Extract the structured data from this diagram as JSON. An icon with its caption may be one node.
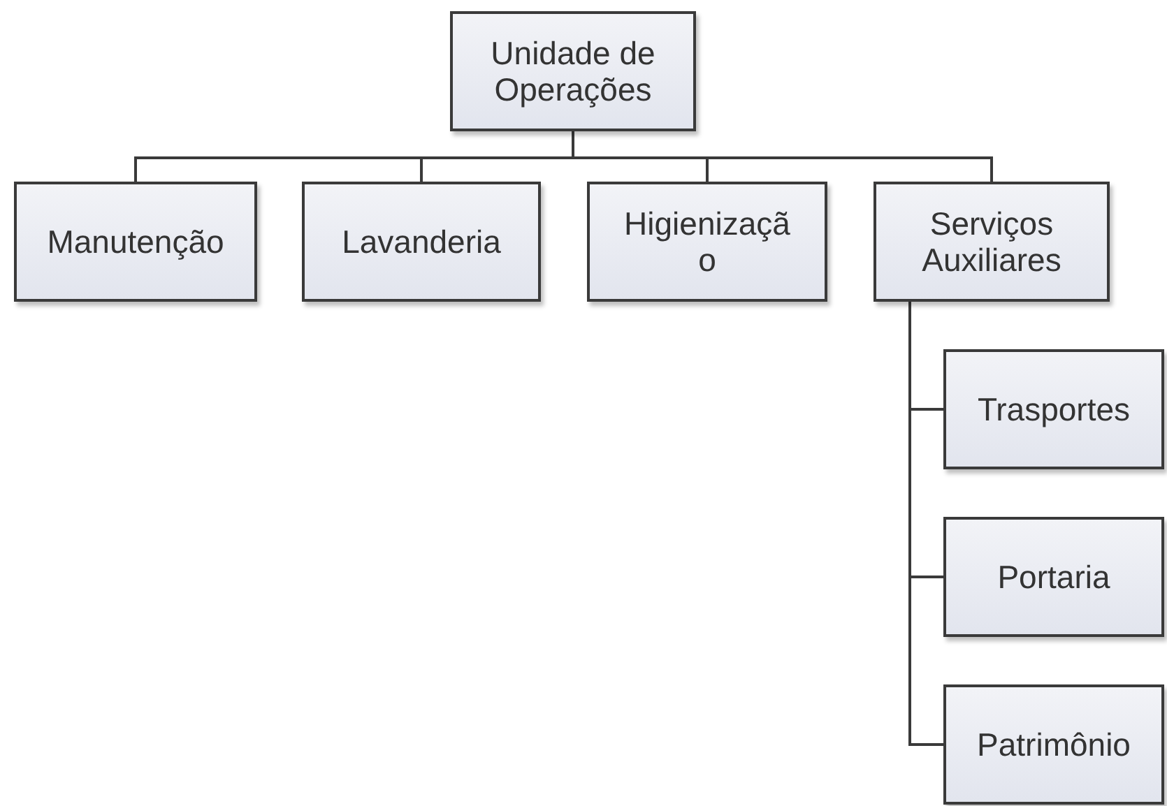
{
  "diagram": {
    "nodes": [
      {
        "text": [
          "Unidade de Operações"
        ]
      },
      {
        "text": [
          "Manutenção"
        ]
      },
      {
        "text": [
          "Lavanderia"
        ]
      },
      {
        "text": [
          "Higienizaçã o"
        ]
      },
      {
        "text": [
          "Serviços Auxiliares"
        ]
      },
      {
        "text": [
          "Trasportes"
        ]
      },
      {
        "text": [
          "Portaria"
        ]
      },
      {
        "text": [
          "Patrimônio"
        ]
      }
    ],
    "edges": [
      {
        "from": 0,
        "to": 1,
        "arrow": "none"
      },
      {
        "from": 0,
        "to": 2,
        "arrow": "none"
      },
      {
        "from": 0,
        "to": 3,
        "arrow": "none"
      },
      {
        "from": 0,
        "to": 4,
        "arrow": "none"
      },
      {
        "from": 4,
        "to": 5,
        "arrow": "none"
      },
      {
        "from": 4,
        "to": 6,
        "arrow": "none"
      },
      {
        "from": 4,
        "to": 7,
        "arrow": "none"
      }
    ]
  }
}
